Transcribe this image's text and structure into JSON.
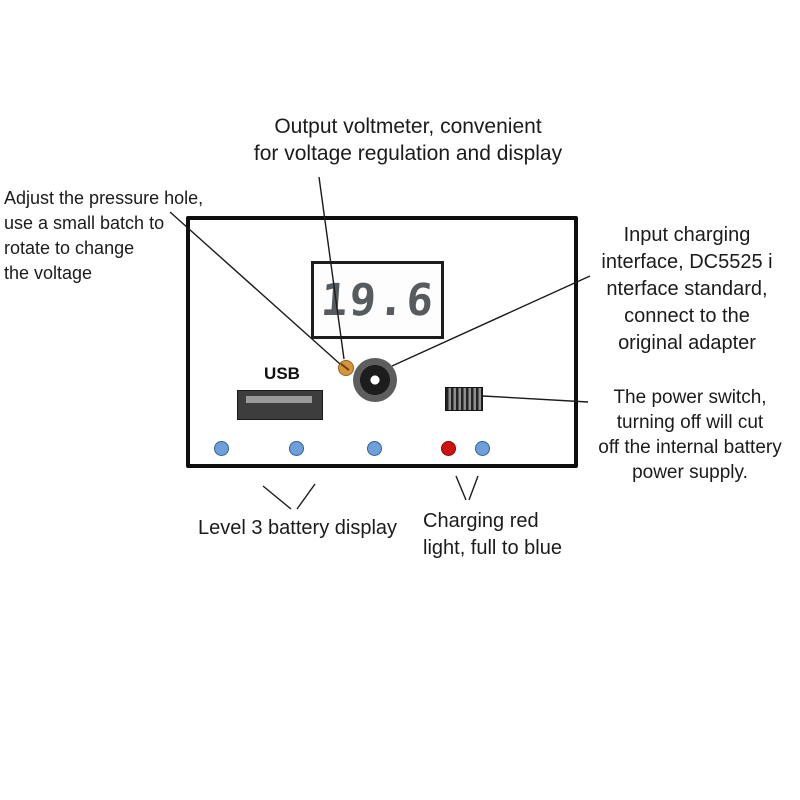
{
  "labels": {
    "voltmeter": "Output voltmeter, convenient\nfor voltage regulation and display",
    "adjust": "Adjust the pressure hole,\nuse a small batch to\nrotate to change\nthe voltage",
    "input_charging": "Input charging\ninterface, DC5525 i\nnterface standard,\nconnect to the\noriginal adapter",
    "power_switch": "The power switch,\nturning off will cut\noff the internal battery\npower supply.",
    "battery": "Level 3 battery display",
    "charging": "Charging red\nlight, full to blue"
  },
  "device": {
    "display_value": "19.6",
    "usb_label": "USB",
    "leds": [
      "blue",
      "blue",
      "blue",
      "red",
      "blue"
    ]
  },
  "colors": {
    "led_blue": "#6f9fd8",
    "led_red": "#d01212",
    "screw": "#d6953b",
    "annotation_line": "#1b1b1b",
    "display_digits": "#565b60"
  }
}
